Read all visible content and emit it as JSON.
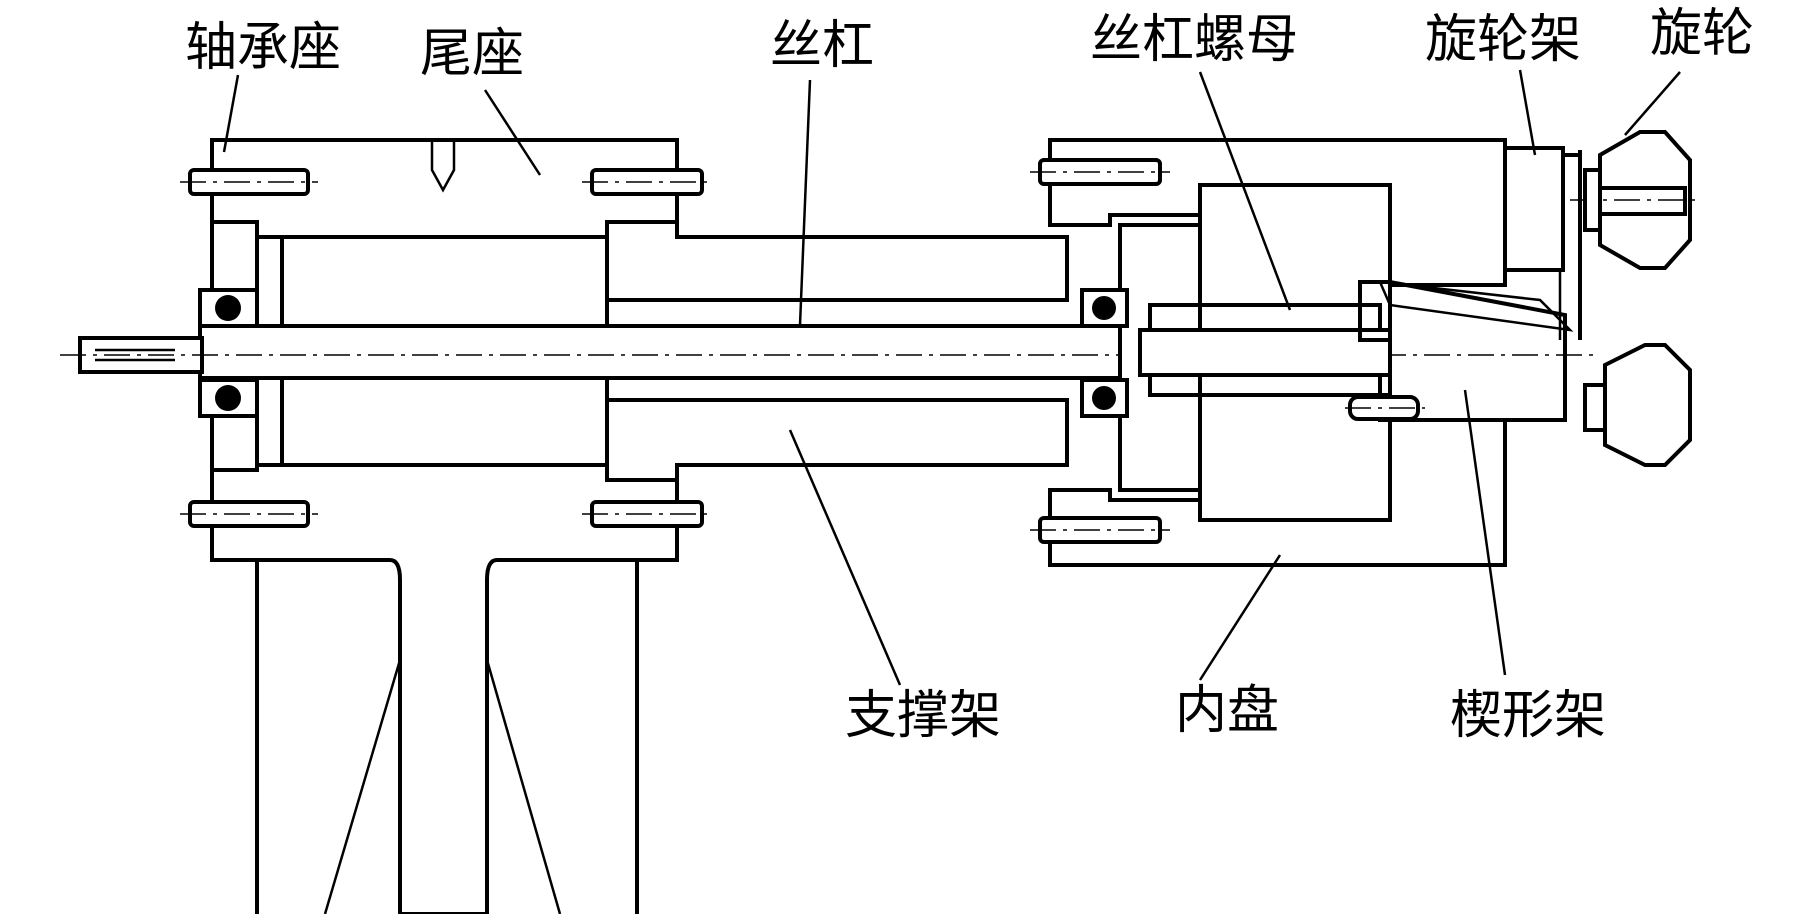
{
  "labels": {
    "bearing_seat": "轴承座",
    "tailstock": "尾座",
    "lead_screw": "丝杠",
    "lead_screw_nut": "丝杠螺母",
    "wheel_frame": "旋轮架",
    "spinning_wheel": "旋轮",
    "support_frame": "支撑架",
    "inner_disk": "内盘",
    "wedge_frame": "楔形架"
  },
  "colors": {
    "line": "#000000",
    "background": "#ffffff"
  }
}
